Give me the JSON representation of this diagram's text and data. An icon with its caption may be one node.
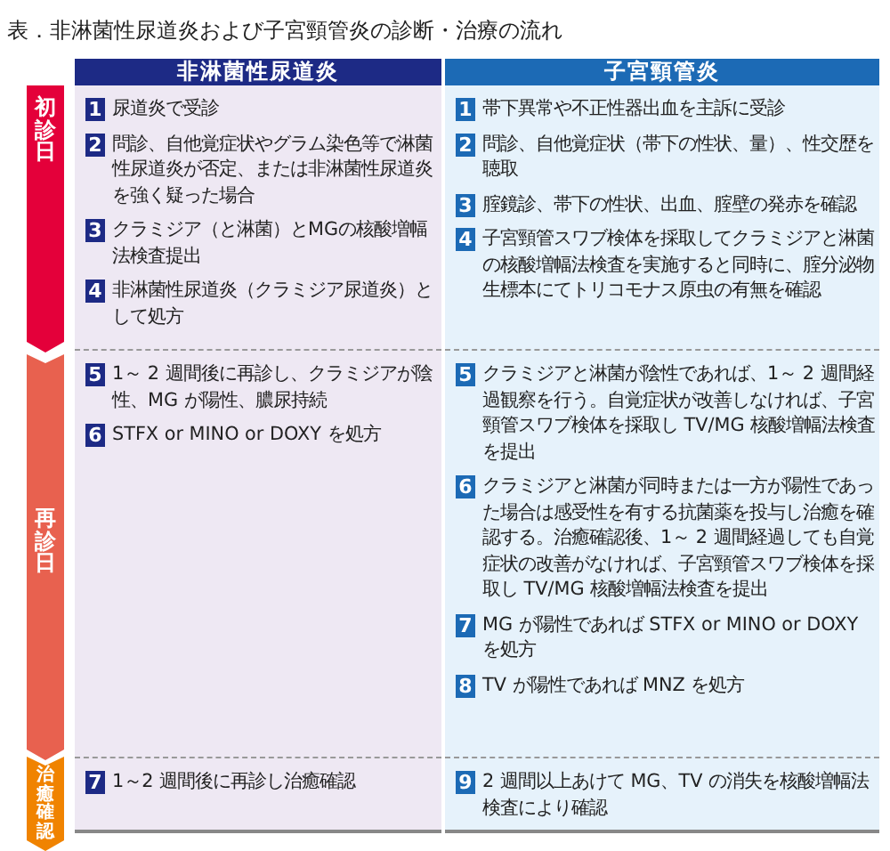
{
  "diagram": {
    "title": "表．非淋菌性尿道炎および子宮頸管炎の診断・治療の流れ",
    "nodes": [
      {
        "text": [
          "初診日"
        ]
      },
      {
        "text": [
          "再診日"
        ]
      },
      {
        "text": [
          "治癒確認"
        ]
      },
      {
        "text": [
          "非淋菌性尿道炎"
        ]
      },
      {
        "text": [
          "子宮頸管炎"
        ]
      },
      {
        "text": [
          "1",
          "尿道炎で受診"
        ],
        "in": 3
      },
      {
        "text": [
          "2",
          "問診、自他覚症状やグラム染色等で淋菌性尿道炎が否定、または非淋菌性尿道炎を強く疑った場合"
        ],
        "in": 3
      },
      {
        "text": [
          "3",
          "クラミジア（と淋菌）とMGの核酸増幅法検査提出"
        ],
        "in": 3
      },
      {
        "text": [
          "4",
          "非淋菌性尿道炎（クラミジア尿道炎）として処方"
        ],
        "in": 3
      },
      {
        "text": [
          "5",
          "1～ 2 週間後に再診し、クラミジアが陰性、MG が陽性、膿尿持続"
        ],
        "in": 3
      },
      {
        "text": [
          "6",
          "STFX or MINO or DOXY を処方"
        ],
        "in": 3
      },
      {
        "text": [
          "7",
          "1～2 週間後に再診し治癒確認"
        ],
        "in": 3
      },
      {
        "text": [
          "1",
          "帯下異常や不正性器出血を主訴に受診"
        ],
        "in": 4
      },
      {
        "text": [
          "2",
          "問診、自他覚症状（帯下の性状、量）、性交歴を聴取"
        ],
        "in": 4
      },
      {
        "text": [
          "3",
          "腟鏡診、帯下の性状、出血、腟壁の発赤を確認"
        ],
        "in": 4
      },
      {
        "text": [
          "4",
          "子宮頸管スワブ検体を採取してクラミジアと淋菌の核酸増幅法検査を実施すると同時に、腟分泌物生標本にてトリコモナス原虫の有無を確認"
        ],
        "in": 4
      },
      {
        "text": [
          "5",
          "クラミジアと淋菌が陰性であれば、1～ 2 週間経過観察を行う。自覚症状が改善しなければ、子宮頸管スワブ検体を採取し TV/MG 核酸増幅法検査を提出"
        ],
        "in": 4
      },
      {
        "text": [
          "6",
          "クラミジアと淋菌が同時または一方が陽性であった場合は感受性を有する抗菌薬を投与し治癒を確認する。治癒確認後、1～ 2 週間経過しても自覚症状の改善がなければ、子宮頸管スワブ検体を採取し TV/MG 核酸増幅法検査を提出"
        ],
        "in": 4
      },
      {
        "text": [
          "7",
          "MG が陽性であれば STFX or MINO or DOXY を処方"
        ],
        "in": 4
      },
      {
        "text": [
          "8",
          "TV が陽性であれば MNZ を処方"
        ],
        "in": 4
      },
      {
        "text": [
          "9",
          "2 週間以上あけて MG、TV の消失を核酸増幅法検査により確認"
        ],
        "in": 4
      }
    ]
  }
}
